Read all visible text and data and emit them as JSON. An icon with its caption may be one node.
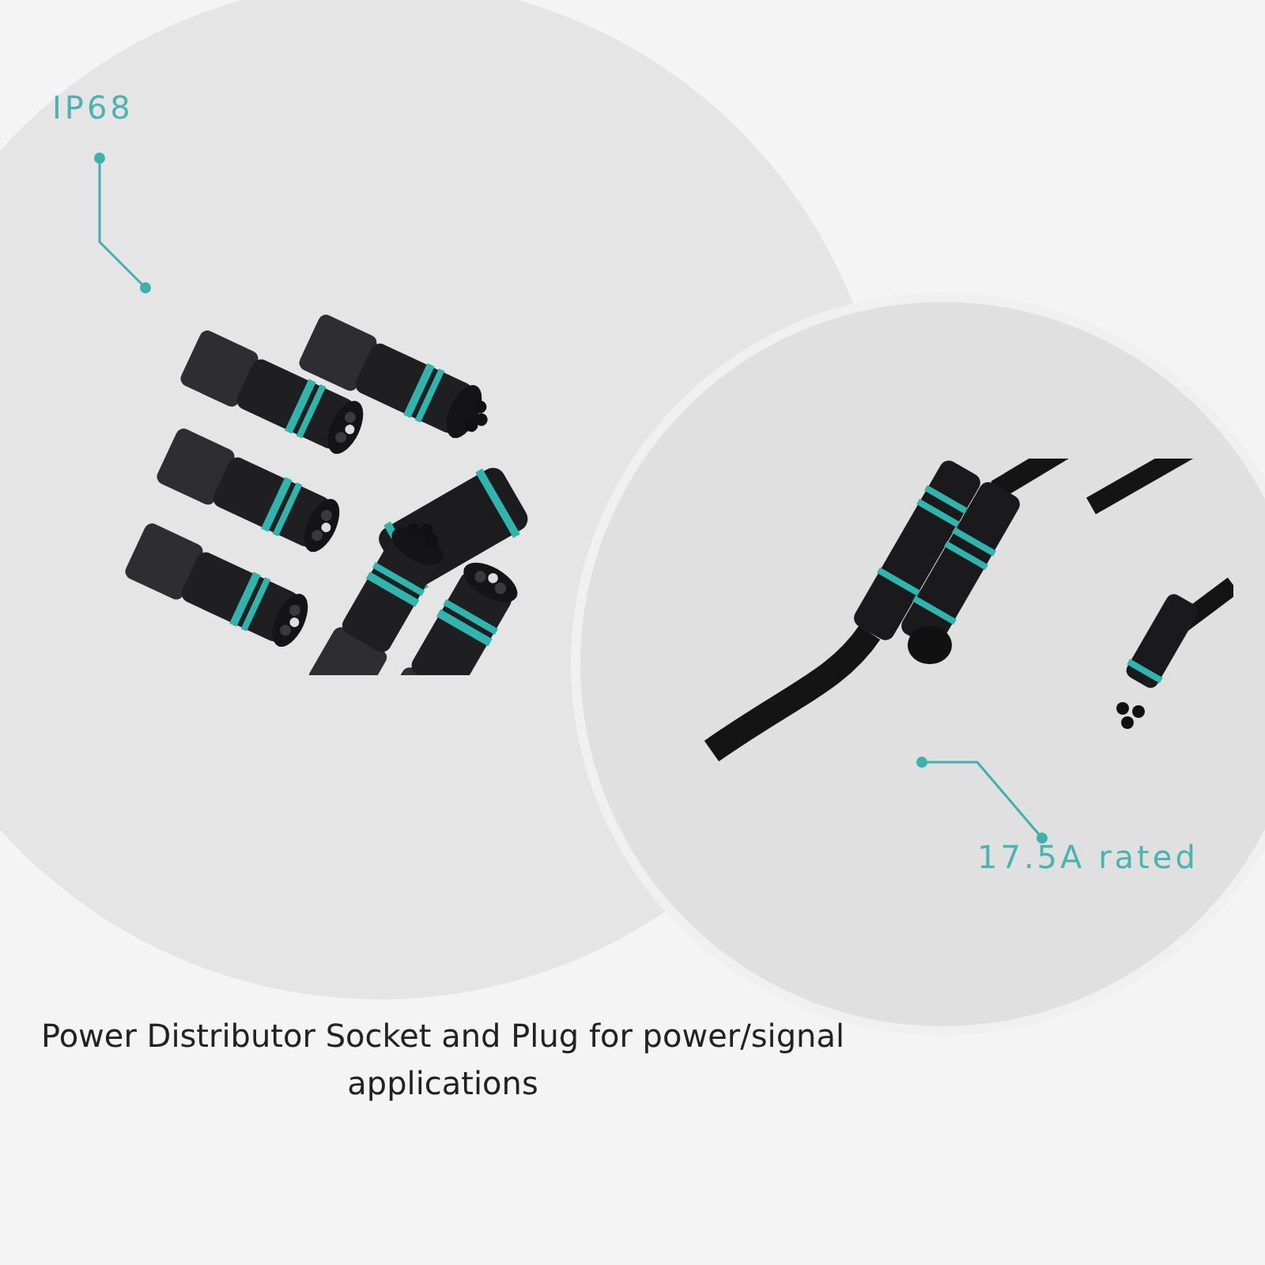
{
  "diagram": {
    "title": "Power Distributor Socket and Plug for power/signal applications",
    "nodes": [
      {
        "text": [
          "IP68"
        ]
      },
      {
        "text": [],
        "shape": "picture"
      },
      {
        "text": [],
        "shape": "picture"
      },
      {
        "text": [
          "17.5A rated"
        ]
      }
    ],
    "edges": [
      {
        "from": 0,
        "to": 1,
        "arrow": "other"
      },
      {
        "from": 3,
        "to": 2,
        "arrow": "other"
      }
    ]
  }
}
